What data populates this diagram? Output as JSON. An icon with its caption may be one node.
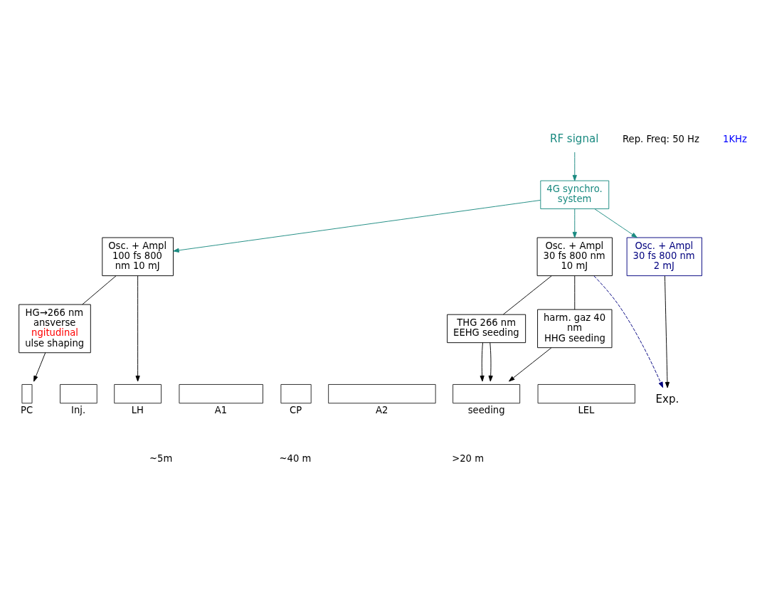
{
  "diagram": {
    "nodes": [
      {
        "text": [
          "RF signal"
        ]
      },
      {
        "text": [
          "4G synchro. system"
        ]
      },
      {
        "text": [
          "Osc. + Ampl 100 fs 800 nm 10 mJ"
        ]
      },
      {
        "text": [
          "Osc. + Ampl 30 fs 800 nm 10 mJ"
        ]
      },
      {
        "text": [
          "Osc. + Ampl 30 fs 800 nm 2 mJ"
        ]
      },
      {
        "text": [
          "HG→266 nm",
          "ansverse",
          "ngitudinal",
          "ulse shaping"
        ]
      },
      {
        "text": [
          "THG 266 nm",
          "EEHG seeding"
        ]
      },
      {
        "text": [
          "harm. gaz 40 nm",
          "HHG seeding"
        ]
      },
      {
        "text": [],
        "shape": "box",
        "beside": [
          "PC"
        ]
      },
      {
        "text": [],
        "shape": "box",
        "beside": [
          "Inj."
        ]
      },
      {
        "text": [],
        "shape": "box",
        "beside": [
          "LH"
        ]
      },
      {
        "text": [],
        "shape": "box",
        "beside": [
          "A1"
        ]
      },
      {
        "text": [],
        "shape": "box",
        "beside": [
          "CP"
        ]
      },
      {
        "text": [],
        "shape": "box",
        "beside": [
          "A2"
        ]
      },
      {
        "text": [],
        "shape": "box",
        "beside": [
          "seeding"
        ]
      },
      {
        "text": [],
        "shape": "box",
        "beside": [
          "LEL"
        ]
      },
      {
        "text": [
          "Exp."
        ]
      }
    ],
    "edges": [
      {
        "from": 0,
        "to": 1,
        "arrow": "to",
        "color": "#1a8a80"
      },
      {
        "from": 1,
        "to": 2,
        "arrow": "to",
        "color": "#1a8a80"
      },
      {
        "from": 1,
        "to": 3,
        "arrow": "to",
        "color": "#1a8a80"
      },
      {
        "from": 1,
        "to": 4,
        "arrow": "to",
        "color": "#1a8a80"
      },
      {
        "from": 2,
        "to": 5,
        "arrow": "none"
      },
      {
        "from": 2,
        "to": 10,
        "arrow": "to"
      },
      {
        "from": 5,
        "to": 8,
        "arrow": "to"
      },
      {
        "from": 3,
        "to": 6,
        "arrow": "none"
      },
      {
        "from": 3,
        "to": 7,
        "arrow": "none"
      },
      {
        "from": 3,
        "to": 16,
        "arrow": "to",
        "style": "dashed",
        "color": "#00007f"
      },
      {
        "from": 6,
        "to": 14,
        "arrow": "to"
      },
      {
        "from": 6,
        "to": 14,
        "arrow": "to"
      },
      {
        "from": 7,
        "to": 14,
        "arrow": "to"
      },
      {
        "from": 4,
        "to": 16,
        "arrow": "to"
      }
    ],
    "labels": [
      "Rep. Freq: 50 Hz",
      "1KHz",
      "~5m",
      "~40 m",
      ">20 m"
    ]
  }
}
